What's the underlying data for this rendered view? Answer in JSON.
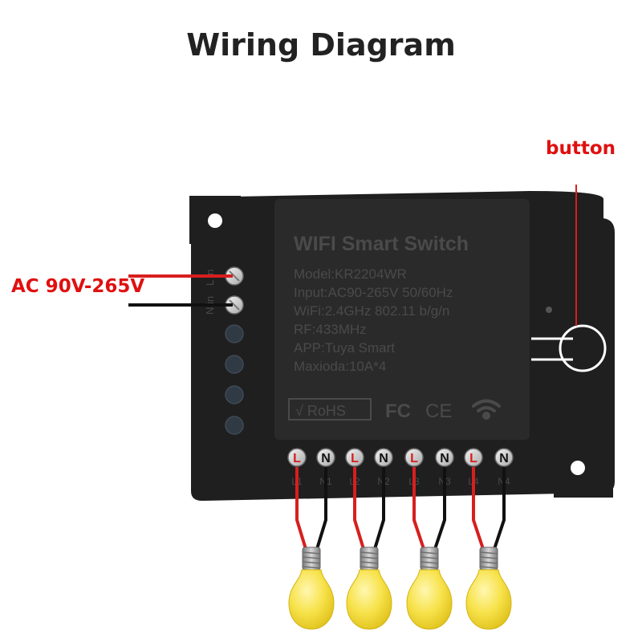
{
  "title": "Wiring Diagram",
  "annotations": {
    "button": "button",
    "power_input": "AC 90V-265V"
  },
  "device": {
    "name": "WIFI Smart Switch",
    "spec_lines": [
      "Model:KR2204WR",
      "Input:AC90-265V 50/60Hz",
      "WiFi:2.4GHz 802.11 b/g/n",
      "RF:433MHz",
      "APP:Tuya Smart",
      "Maxioda:10A*4"
    ],
    "certifications": [
      "√ RoHS",
      "FC",
      "CE"
    ],
    "input_terminals": [
      {
        "mark": "L",
        "label": "L in"
      },
      {
        "mark": "N",
        "label": "N in"
      }
    ],
    "output_terminals": [
      {
        "mark": "L",
        "label": "L1"
      },
      {
        "mark": "N",
        "label": "N1"
      },
      {
        "mark": "L",
        "label": "L2"
      },
      {
        "mark": "N",
        "label": "N2"
      },
      {
        "mark": "L",
        "label": "L3"
      },
      {
        "mark": "N",
        "label": "N3"
      },
      {
        "mark": "L",
        "label": "L4"
      },
      {
        "mark": "N",
        "label": "N4"
      }
    ],
    "loads": [
      "bulb-1",
      "bulb-2",
      "bulb-3",
      "bulb-4"
    ]
  },
  "colors": {
    "device_body": "#1f1f1f",
    "label_panel": "#2a2a2a",
    "panel_text": "#4a4a4a",
    "live_wire": "#d81e1e",
    "neutral_wire": "#111111",
    "annotation_text": "#e01010",
    "bulb_glass": "#f7e24a",
    "bulb_base": "#9a9a9a"
  }
}
